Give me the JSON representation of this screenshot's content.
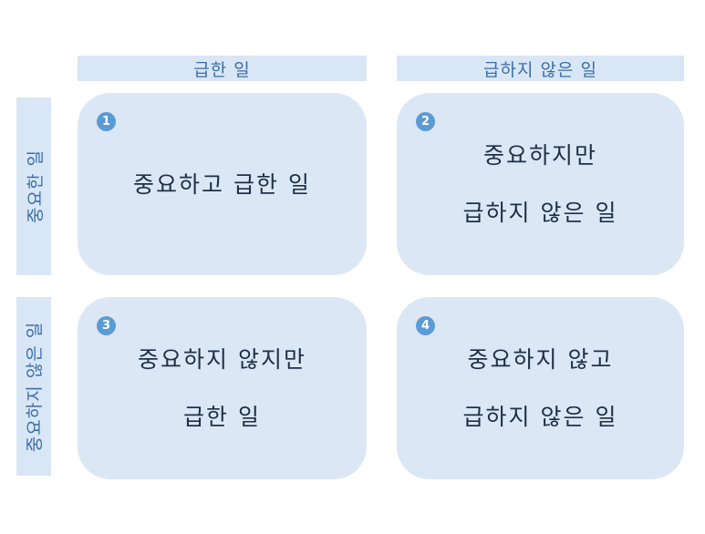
{
  "colors": {
    "header_bg": "#d9e6f5",
    "quadrant_bg": "#dbe7f5",
    "header_text": "#3a6fa8",
    "body_text": "#1f2f45",
    "badge_bg": "#5b9bd5"
  },
  "columns": {
    "urgent": "급한 일",
    "not_urgent": "급하지 않은 일"
  },
  "rows": {
    "important": "중요한 일",
    "not_important": "중요하지 않은 일"
  },
  "quadrants": [
    {
      "number": "1",
      "lines": [
        "중요하고 급한 일"
      ]
    },
    {
      "number": "2",
      "lines": [
        "중요하지만",
        "급하지 않은 일"
      ]
    },
    {
      "number": "3",
      "lines": [
        "중요하지 않지만",
        "급한 일"
      ]
    },
    {
      "number": "4",
      "lines": [
        "중요하지 않고",
        "급하지 않은 일"
      ]
    }
  ]
}
